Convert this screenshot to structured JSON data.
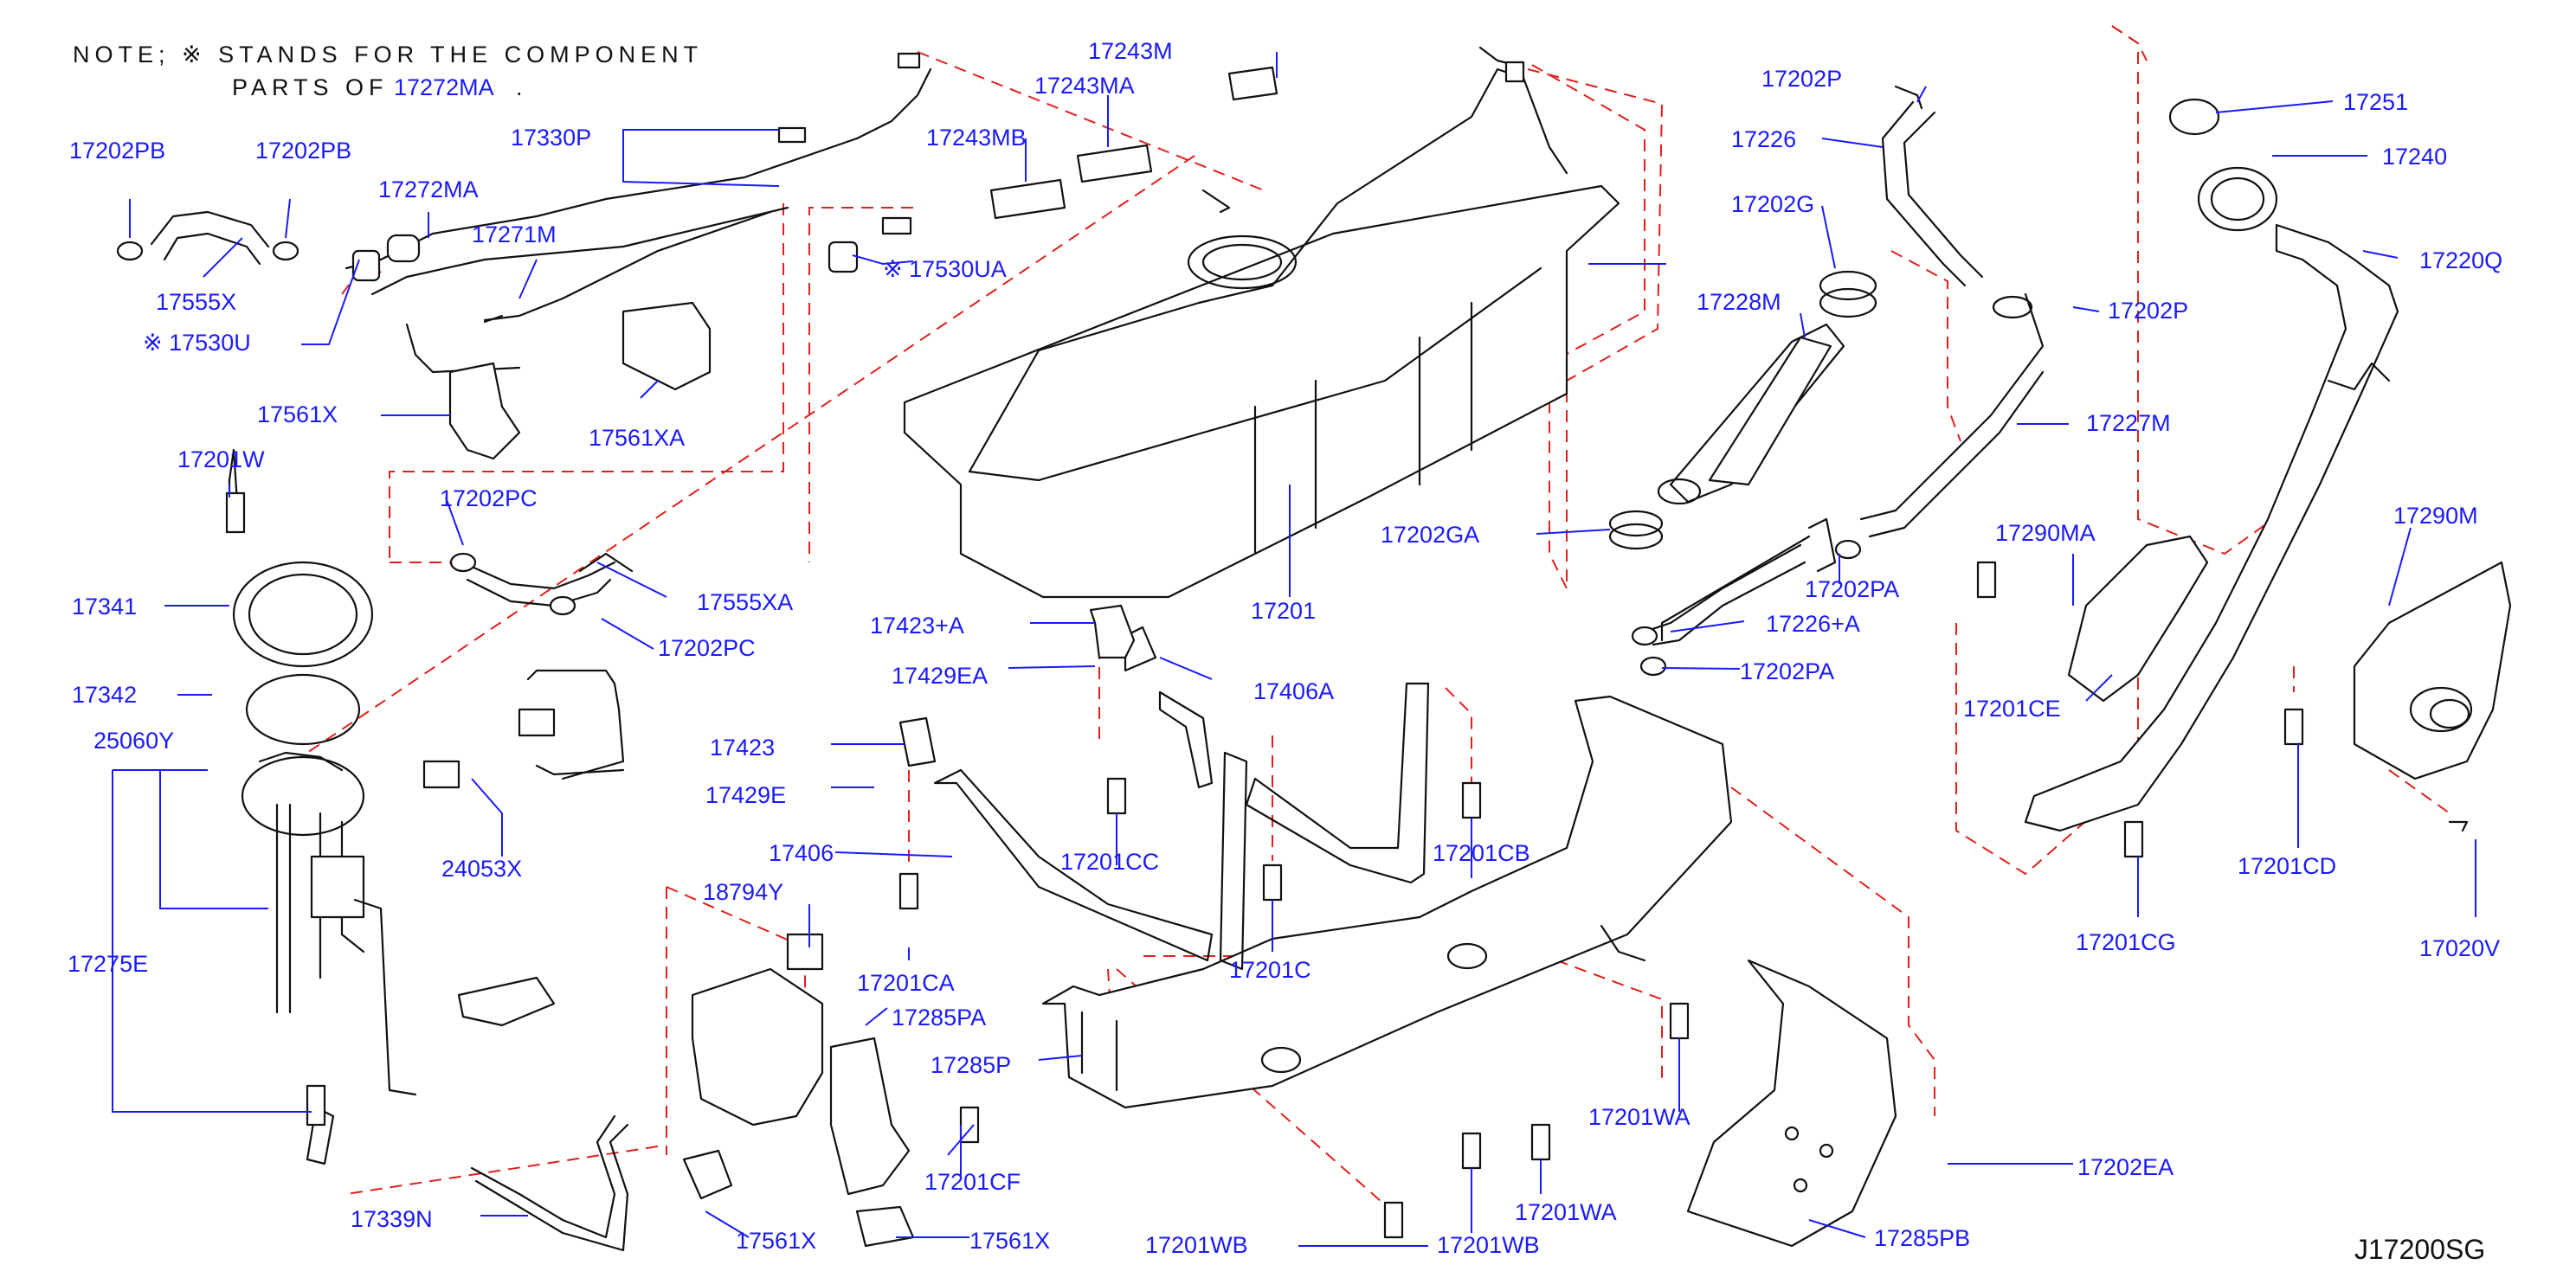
{
  "note": {
    "line1": "NOTE;  ※  STANDS FOR THE COMPONENT",
    "line2_prefix": "PARTS OF",
    "line2_part": "17272MA",
    "line2_suffix": "."
  },
  "diagram_code": "J17200SG",
  "colors": {
    "label": "#1a1aff",
    "part_line": "#111111",
    "dashed_guide": "#e0201b",
    "background": "#ffffff"
  },
  "labels": {
    "p17202PB_a": "17202PB",
    "p17202PB_b": "17202PB",
    "p17555X": "17555X",
    "p17530U": "※ 17530U",
    "p17272MA": "17272MA",
    "p17271M": "17271M",
    "p17330P": "17330P",
    "p17530UA": "※ 17530UA",
    "p17561X_a": "17561X",
    "p17561XA": "17561XA",
    "p17201W": "17201W",
    "p17202PC_a": "17202PC",
    "p17555XA": "17555XA",
    "p17202PC_b": "17202PC",
    "p17341": "17341",
    "p17342": "17342",
    "p25060Y": "25060Y",
    "p24053X": "24053X",
    "p17275E": "17275E",
    "p17243M": "17243M",
    "p17243MA": "17243MA",
    "p17243MB": "17243MB",
    "p17201": "17201",
    "p17423A": "17423+A",
    "p17429EA": "17429EA",
    "p17406A": "17406A",
    "p17423": "17423",
    "p17429E": "17429E",
    "p17406": "17406",
    "p18794Y": "18794Y",
    "p17201CA": "17201CA",
    "p17285PA": "17285PA",
    "p17285P": "17285P",
    "p17201CF": "17201CF",
    "p17339N": "17339N",
    "p17561X_b": "17561X",
    "p17561X_c": "17561X",
    "p17201CC": "17201CC",
    "p17201C": "17201C",
    "p17201CB": "17201CB",
    "p17201WA_a": "17201WA",
    "p17201WA_b": "17201WA",
    "p17201WB_a": "17201WB",
    "p17201WB_b": "17201WB",
    "p17202P_a": "17202P",
    "p17226": "17226",
    "p17202G": "17202G",
    "p17228M": "17228M",
    "p17202P_b": "17202P",
    "p17227M": "17227M",
    "p17202GA": "17202GA",
    "p17202PA_a": "17202PA",
    "p17226A": "17226+A",
    "p17202PA_b": "17202PA",
    "p17251": "17251",
    "p17240": "17240",
    "p17220Q": "17220Q",
    "p17290MA": "17290MA",
    "p17290M": "17290M",
    "p17201CE": "17201CE",
    "p17201CG": "17201CG",
    "p17201CD": "17201CD",
    "p17020V": "17020V",
    "p17202EA": "17202EA",
    "p17285PB": "17285PB"
  }
}
